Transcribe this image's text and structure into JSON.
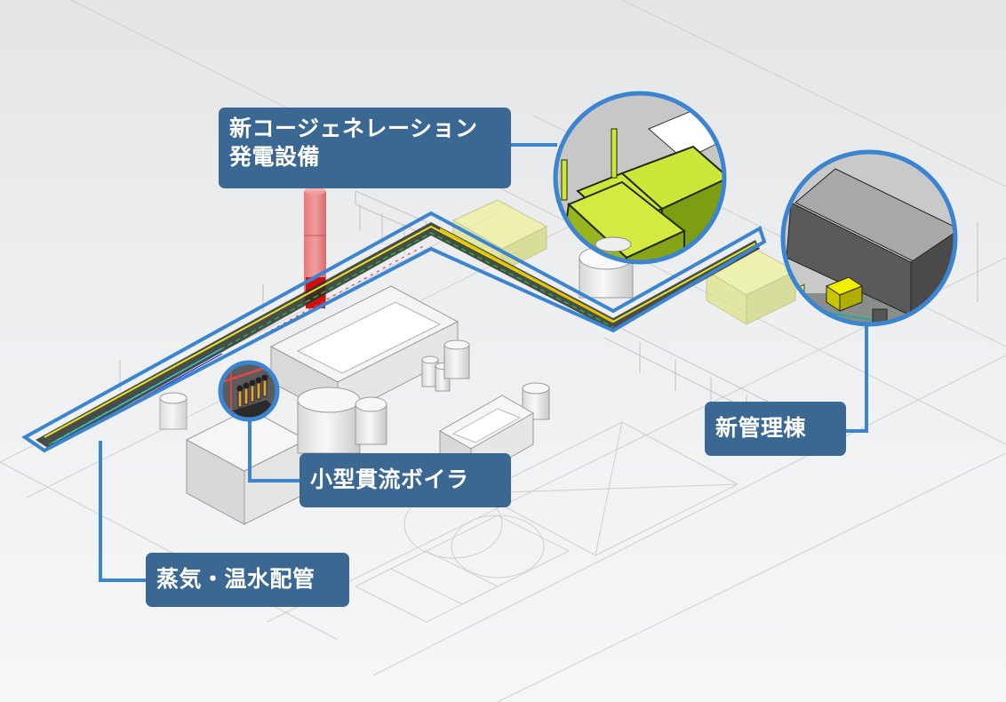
{
  "diagram": {
    "subject": "Plant 3D model with highlighted facilities",
    "accent_color": "#3b84d0",
    "label_color": "#3a6893",
    "label_text_color": "#ffffff",
    "callouts": [
      {
        "id": "cogeneration",
        "lines": [
          "新コージェネレーション",
          "発電設備"
        ],
        "target": "cogeneration-zoom-circle"
      },
      {
        "id": "admin-building",
        "lines": [
          "新管理棟"
        ],
        "target": "admin-building-zoom-circle"
      },
      {
        "id": "boiler",
        "lines": [
          "小型貫流ボイラ"
        ],
        "target": "boiler-zoom-circle"
      },
      {
        "id": "piping",
        "lines": [
          "蒸気・温水配管"
        ],
        "target": "piping-route-outline"
      }
    ]
  }
}
